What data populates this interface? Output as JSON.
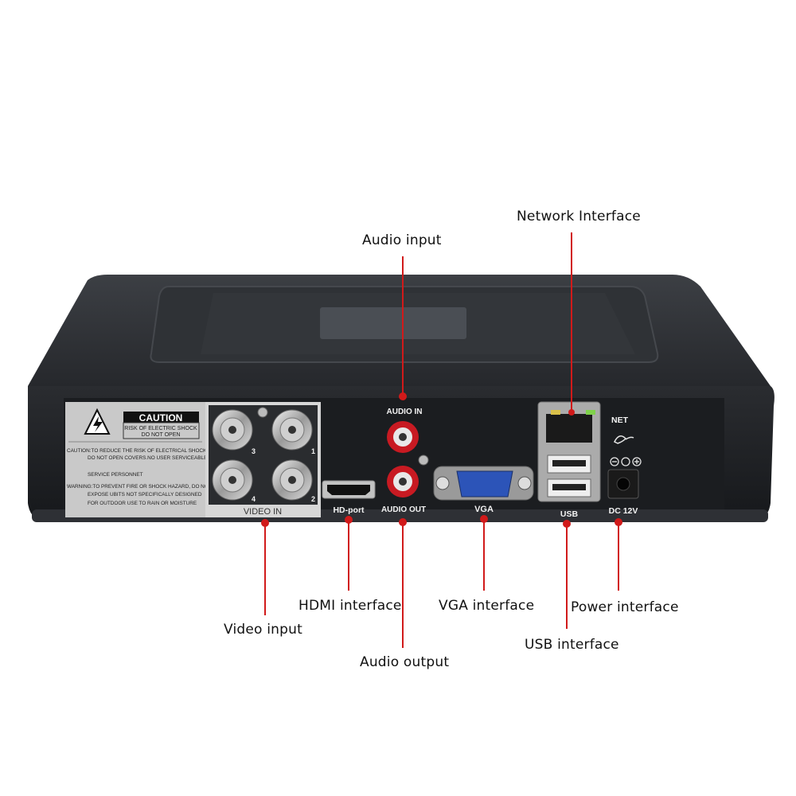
{
  "callouts": {
    "network": "Network Interface",
    "audio_in": "Audio input",
    "hdmi": "HDMI interface",
    "video": "Video input",
    "audio_out": "Audio output",
    "vga": "VGA interface",
    "power": "Power interface",
    "usb": "USB interface"
  },
  "panel_labels": {
    "audio_in": "AUDIO IN",
    "audio_out": "AUDIO OUT",
    "hd_port": "HD-port",
    "vga": "VGA",
    "net": "NET",
    "usb": "USB",
    "dc": "DC 12V",
    "video_in": "VIDEO IN",
    "ch1": "1",
    "ch2": "2",
    "ch3": "3",
    "ch4": "4"
  },
  "caution": {
    "title": "CAUTION",
    "box_line1": "RISK OF ELECTRIC SHOCK",
    "box_line2": "DO NOT OPEN",
    "line1": "CAUTION:TO REDUCE THE RISK OF ELECTRICAL SHOCK,",
    "line2": "DO NOT OPEN COVERS.NO USER SERVICEABLE",
    "line3": "SERVICE PERSONNET",
    "line4": "WARNING:TO PREVENT FIRE OR SHOCK HAZARD, DO NOT",
    "line5": "EXPOSE UBITS NOT SPECIFICALLY DESIGNED",
    "line6": "FOR OUTDOOR USE TO RAIN OR MOISTURE"
  },
  "colors": {
    "callout_line": "#d11a1a",
    "body": "#2b2d31",
    "panel": "#1d1f22",
    "audio_jack": "#c81a22",
    "vga_port": "#2c54b8"
  }
}
